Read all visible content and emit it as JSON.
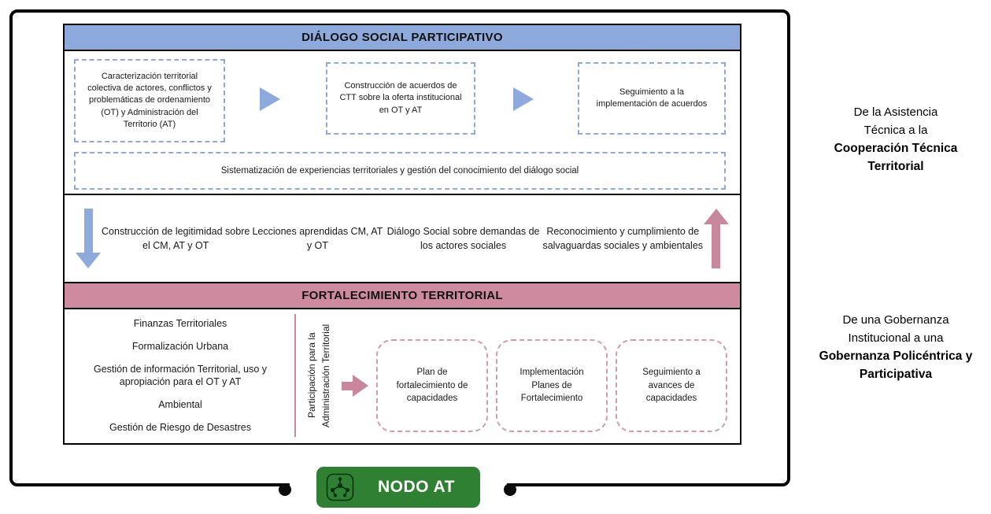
{
  "dialogo": {
    "title": "DIÁLOGO SOCIAL PARTICIPATIVO",
    "steps": [
      "Caracterización territorial colectiva de actores, conflictos y problemáticas de ordenamiento (OT) y Administración del Territorio (AT)",
      "Construcción de acuerdos de CTT sobre la oferta institucional en OT y AT",
      "Seguimiento a la implementación de acuerdos"
    ],
    "sistematizacion": "Sistematización de experiencias territoriales y gestión del conocimiento del diálogo social"
  },
  "exchange": {
    "items": [
      "Construcción de legitimidad sobre el CM, AT y OT",
      "Lecciones aprendidas CM, AT y OT",
      "Diálogo Social sobre demandas de los actores sociales",
      "Reconocimiento y cumplimiento de salvaguardas sociales y ambientales"
    ]
  },
  "fortalecimiento": {
    "title": "FORTALECIMIENTO TERRITORIAL",
    "areas": [
      "Finanzas Territoriales",
      "Formalización Urbana",
      "Gestión de información Territorial, uso y apropiación para el OT y AT",
      "Ambiental",
      "Gestión de Riesgo de Desastres"
    ],
    "participacion": "Participación para la Administración Territorial",
    "steps": [
      "Plan de fortalecimiento de capacidades",
      "Implementación Planes de Fortalecimiento",
      "Seguimiento a avances de capacidades"
    ]
  },
  "annotations": [
    {
      "intro": "De la Asistencia Técnica a la",
      "emphasis": "Cooperación Técnica Territorial"
    },
    {
      "intro": "De una Gobernanza Institucional a una",
      "emphasis": "Gobernanza Policéntrica y Participativa"
    }
  ],
  "nodo": {
    "label": "NODO AT"
  },
  "colors": {
    "blue_accent": "#8EA9DB",
    "pink_accent": "#CE8BA0",
    "pink_dashed": "#D49AB1",
    "green_badge": "#2F8032",
    "outline": "#000000"
  }
}
